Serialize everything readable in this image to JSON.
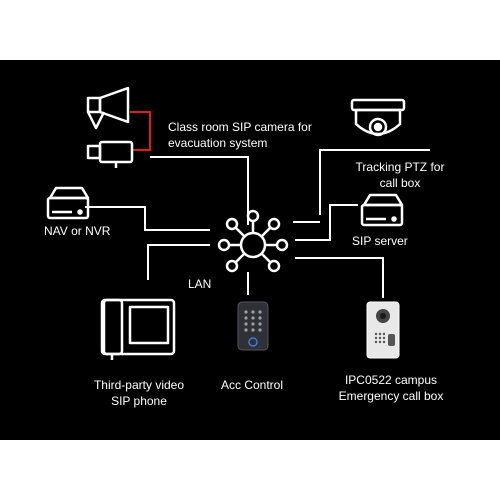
{
  "diagram": {
    "hub_label": "LAN",
    "nodes": [
      {
        "id": "camera",
        "label_line1": "Class room SIP camera for",
        "label_line2": "evacuation system",
        "icon": "speaker-camera-icon"
      },
      {
        "id": "ptz",
        "label_line1": "Tracking PTZ for",
        "label_line2": "call box",
        "icon": "dome-camera-icon"
      },
      {
        "id": "nvr",
        "label_line1": "NAV or NVR",
        "icon": "nvr-icon"
      },
      {
        "id": "sip_server",
        "label_line1": "SIP server",
        "icon": "server-icon"
      },
      {
        "id": "sip_phone",
        "label_line1": "Third-party video",
        "label_line2": "SIP phone",
        "icon": "video-phone-icon"
      },
      {
        "id": "acc",
        "label_line1": "Acc Control",
        "icon": "access-control-icon"
      },
      {
        "id": "call_box",
        "label_line1": "IPC0522 campus",
        "label_line2": "Emergency call box",
        "icon": "call-box-icon"
      }
    ]
  },
  "colors": {
    "background": "#000000",
    "frame": "#ffffff",
    "line": "#ffffff",
    "accent_line": "#e01b1b"
  }
}
